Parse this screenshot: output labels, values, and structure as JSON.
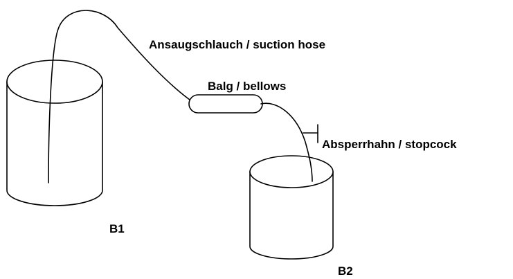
{
  "labels": {
    "suction_hose": "Ansaugschlauch / suction hose",
    "bellows": "Balg / bellows",
    "stopcock": "Absperrhahn / stopcock",
    "container_1": "B1",
    "container_2": "B2"
  }
}
